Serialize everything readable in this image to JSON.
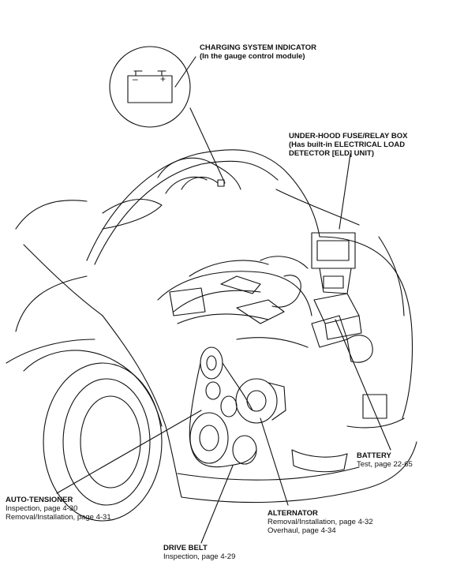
{
  "labels": {
    "charging_indicator": {
      "title": "CHARGING SYSTEM INDICATOR",
      "sub": "(In the gauge control module)"
    },
    "fuse_box": {
      "line1": "UNDER-HOOD FUSE/RELAY BOX",
      "line2": "(Has built-in ELECTRICAL LOAD",
      "line3": "DETECTOR [ELD] UNIT)"
    },
    "battery": {
      "title": "BATTERY",
      "line1": "Test, page 22-65"
    },
    "auto_tensioner": {
      "title": "AUTO-TENSIONER",
      "line1": "Inspection, page 4-30",
      "line2": "Removal/Installation, page 4-31"
    },
    "alternator": {
      "title": "ALTERNATOR",
      "line1": "Removal/Installation, page 4-32",
      "line2": "Overhaul, page 4-34"
    },
    "drive_belt": {
      "title": "DRIVE BELT",
      "line1": "Inspection, page 4-29"
    }
  },
  "battery_symbol": {
    "minus": "–",
    "plus": "+"
  },
  "colors": {
    "ink": "#111111",
    "paper": "#ffffff"
  }
}
